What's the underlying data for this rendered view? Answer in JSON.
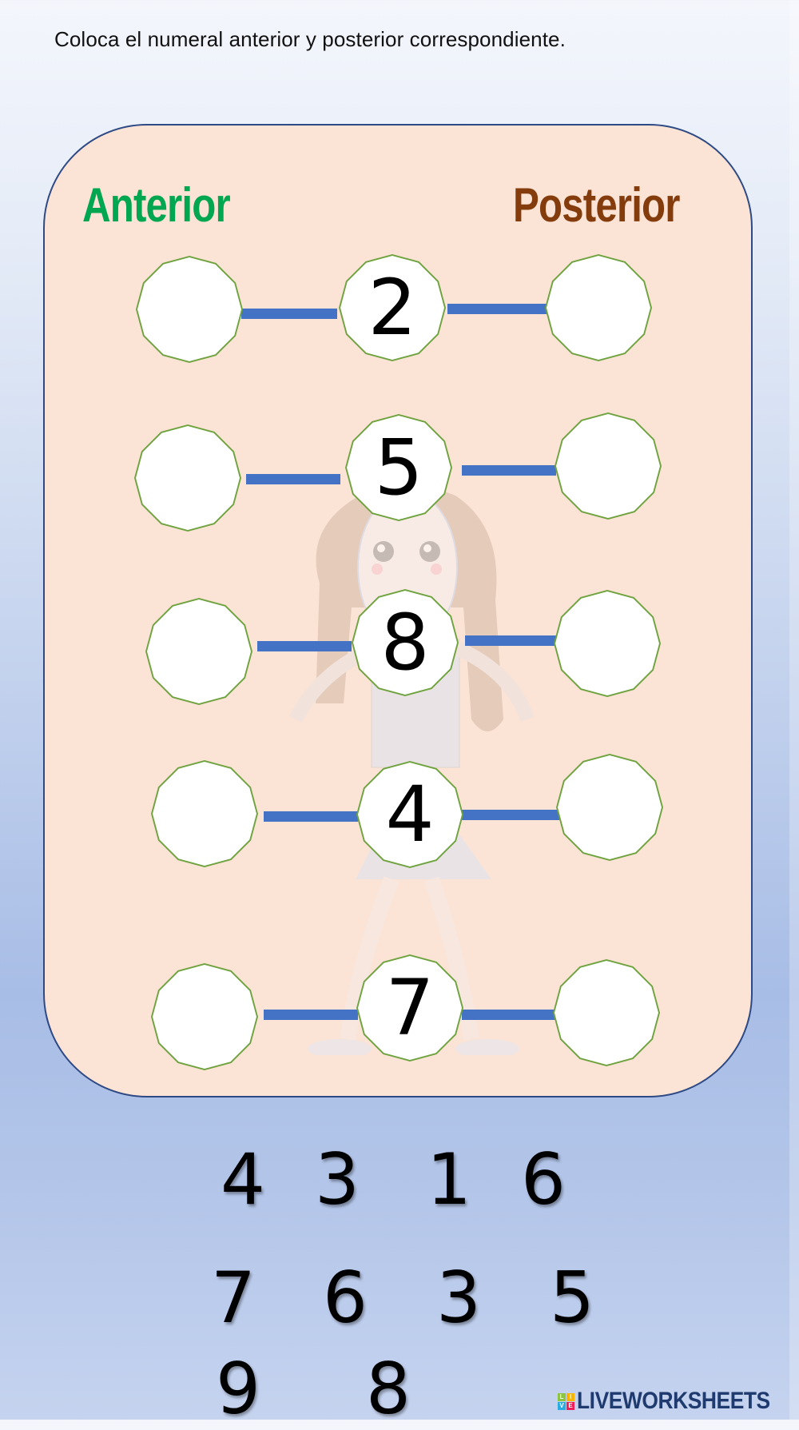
{
  "instruction": "Coloca el numeral anterior y posterior correspondiente.",
  "headings": {
    "anterior": "Anterior",
    "posterior": "Posterior",
    "anterior_color": "#00a650",
    "posterior_color": "#843c0c"
  },
  "colors": {
    "card_bg": "#fbe3d5",
    "card_border": "#2e4a85",
    "connector": "#4472c4",
    "node_border": "#6fa33f",
    "logo_text": "#1f3a6e"
  },
  "rows": [
    {
      "center": "2",
      "anterior": "",
      "posterior": ""
    },
    {
      "center": "5",
      "anterior": "",
      "posterior": ""
    },
    {
      "center": "8",
      "anterior": "",
      "posterior": ""
    },
    {
      "center": "4",
      "anterior": "",
      "posterior": ""
    },
    {
      "center": "7",
      "anterior": "",
      "posterior": ""
    }
  ],
  "tiles": [
    {
      "value": "4"
    },
    {
      "value": "3"
    },
    {
      "value": "1"
    },
    {
      "value": "6"
    },
    {
      "value": "7"
    },
    {
      "value": "6"
    },
    {
      "value": "3"
    },
    {
      "value": "5"
    },
    {
      "value": "9"
    },
    {
      "value": "8"
    }
  ],
  "logo": {
    "text": "LIVEWORKSHEETS",
    "icon_letters": [
      "L",
      "I",
      "V",
      "E"
    ],
    "icon_colors": [
      "#8cc63f",
      "#f7b500",
      "#29abe2",
      "#ed1c5a"
    ]
  }
}
